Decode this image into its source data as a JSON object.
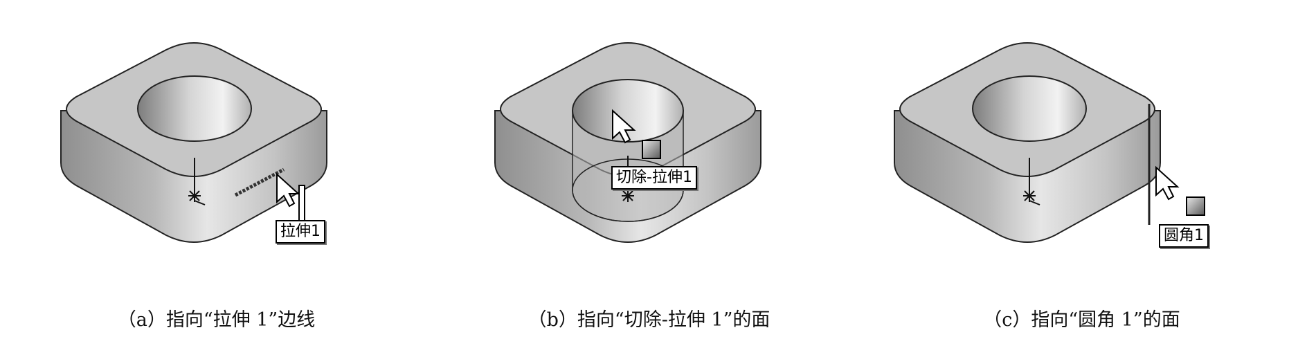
{
  "panels": [
    {
      "tooltip": "拉伸1",
      "caption": "（a）指向“拉伸 1”边线"
    },
    {
      "tooltip": "切除-拉伸1",
      "caption": "（b）指向“切除-拉伸 1”的面"
    },
    {
      "tooltip": "圆角1",
      "caption": "（c）指向“圆角 1”的面"
    }
  ],
  "colors": {
    "top_face": "#c6c6c6",
    "side_face": "#a9a9a9",
    "outline": "#222222",
    "highlight": "#333333"
  },
  "icons": [
    "arrow-cursor-icon",
    "face-selection-icon",
    "origin-marker-icon"
  ]
}
